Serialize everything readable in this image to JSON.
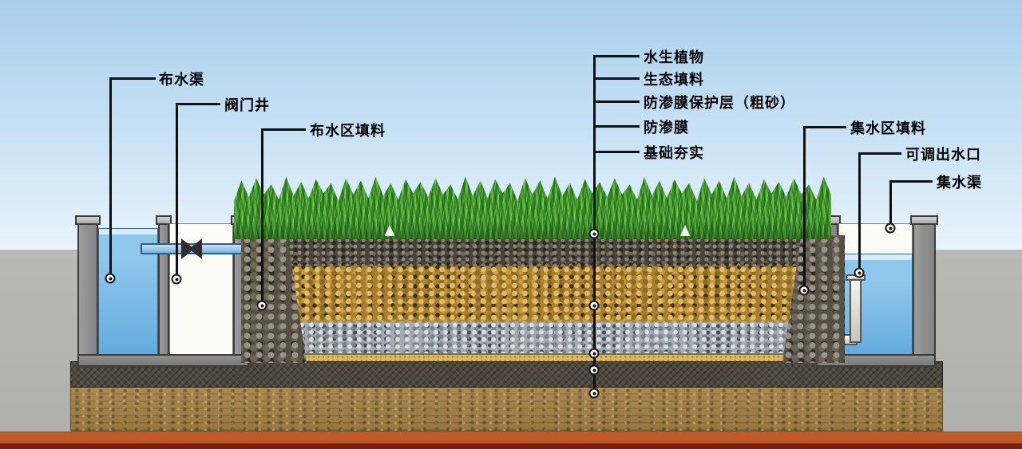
{
  "diagram": {
    "labels": {
      "distribution_channel": "布水渠",
      "valve_well": "阀门井",
      "distribution_zone_fill": "布水区填料",
      "aquatic_plants": "水生植物",
      "ecological_fill": "生态填料",
      "membrane_protection_layer": "防渗膜保护层（粗砂）",
      "impermeable_membrane": "防渗膜",
      "foundation_compaction": "基础夯实",
      "collection_zone_fill": "集水区填料",
      "adjustable_outlet": "可调出水口",
      "collection_channel": "集水渠"
    },
    "colors": {
      "sky_top": "#a9cfec",
      "sky_bottom": "#e9f4fb",
      "ground": "#b6b6b4",
      "strip_orange": "#c0592a",
      "strip_dark_red": "#7c1f12",
      "water": "#7db9e8",
      "grass": "#4fae36",
      "ecological_fill_layer": "#a67f33",
      "leader_line": "#101010"
    }
  }
}
